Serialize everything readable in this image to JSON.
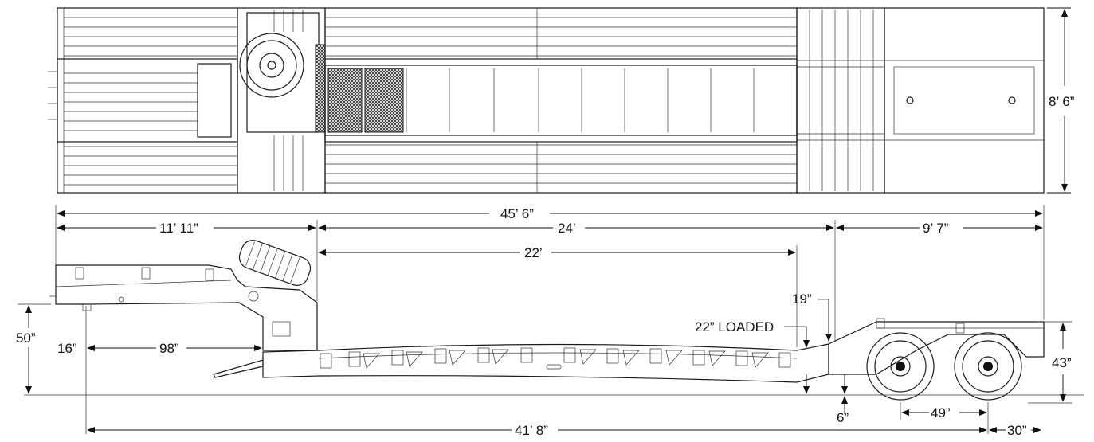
{
  "plan_view": {
    "width_label": "8’ 6”"
  },
  "side_view": {
    "overall_length": "45’ 6”",
    "gooseneck_length": "11’ 11”",
    "deck_section": "24’",
    "well_length": "22’",
    "rear_section": "9’ 7”",
    "fifth_wheel_height": "50”",
    "kingpin_setback": "16”",
    "swing_radius": "98”",
    "deck_height": "19”",
    "loaded_height": "22” LOADED",
    "ground_clearance": "6”",
    "rear_deck_height": "43”",
    "axle_spread": "49”",
    "rear_overhang": "30”",
    "kingpin_to_axle": "41’ 8”"
  }
}
